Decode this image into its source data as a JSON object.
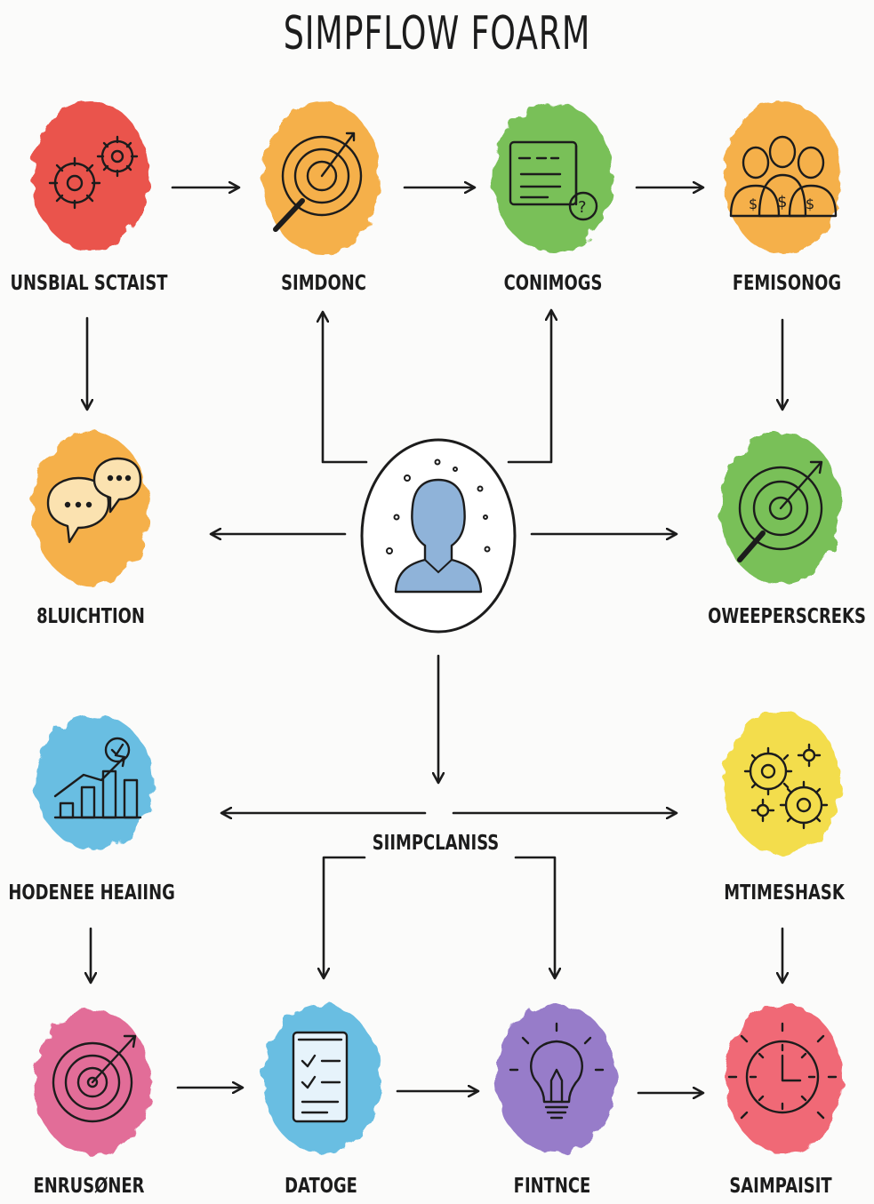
{
  "title": "SIMPFLOW FOARM",
  "center_label": "SIIMPCLANISS",
  "nodes": [
    {
      "id": "n1",
      "label": "UNSBIAL SCTAIST",
      "color": "#e8453c",
      "icon": "gears-icon"
    },
    {
      "id": "n2",
      "label": "SIMDONC",
      "color": "#f4a93a",
      "icon": "target-magnifier-icon"
    },
    {
      "id": "n3",
      "label": "CONIMOGS",
      "color": "#6dbb4a",
      "icon": "document-question-icon"
    },
    {
      "id": "n4",
      "label": "FEMISONOG",
      "color": "#f4a93a",
      "icon": "people-money-icon"
    },
    {
      "id": "n5",
      "label": "8LUICHTION",
      "color": "#f4a93a",
      "icon": "speech-bubbles-icon"
    },
    {
      "id": "n6",
      "label": "OWEEPERSCREKS",
      "color": "#6dbb4a",
      "icon": "target-arrow-icon"
    },
    {
      "id": "n7",
      "label": "HODENEE HEAIING",
      "color": "#5bb8e0",
      "icon": "growth-chart-icon"
    },
    {
      "id": "n8",
      "label": "MTIMESHASK",
      "color": "#f2da3c",
      "icon": "gears-icon"
    },
    {
      "id": "n9",
      "label": "ENRUSØNER",
      "color": "#e0628f",
      "icon": "target-arrow-icon"
    },
    {
      "id": "n10",
      "label": "DATOGE",
      "color": "#5bb8e0",
      "icon": "checklist-icon"
    },
    {
      "id": "n11",
      "label": "FINTNCE",
      "color": "#8e72c4",
      "icon": "lightbulb-icon"
    },
    {
      "id": "n12",
      "label": "SAIMPAISIT",
      "color": "#ef5b6a",
      "icon": "clock-icon"
    }
  ],
  "center_icon": "person-thinking-icon",
  "center_fill": "#8fb3d9"
}
